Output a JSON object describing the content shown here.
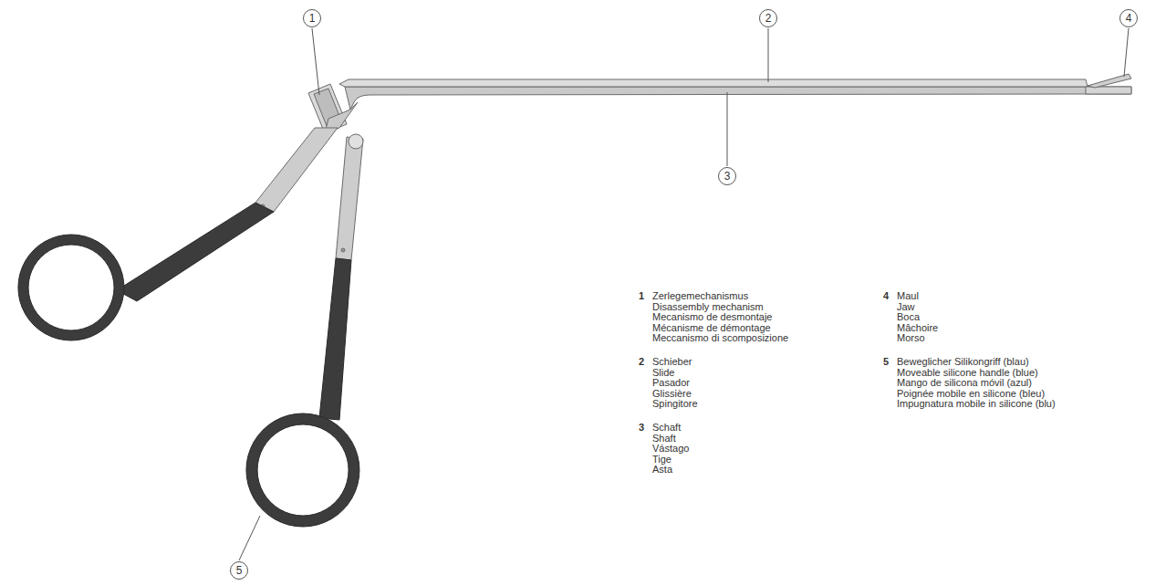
{
  "diagram": {
    "nodes": [
      {
        "text": [
          "1"
        ]
      },
      {
        "text": [
          "2"
        ]
      },
      {
        "text": [
          "3"
        ]
      },
      {
        "text": [
          "4"
        ]
      },
      {
        "text": [
          "5"
        ]
      }
    ],
    "labels": [
      "1",
      "Zerlegemechanismus",
      "Disassembly mechanism",
      "Mecanismo de desmontaje",
      "Mécanisme de démontage",
      "Meccanismo di scomposizione",
      "2",
      "Schieber",
      "Slide",
      "Pasador",
      "Glissière",
      "Spingitore",
      "3",
      "Schaft",
      "Shaft",
      "Vástago",
      "Tige",
      "Asta",
      "4",
      "Maul",
      "Jaw",
      "Boca",
      "Mâchoire",
      "Morso",
      "5",
      "Beweglicher Silikongriff (blau)",
      "Moveable silicone handle (blue)",
      "Mango de silicona móvil (azul)",
      "Poignée mobile en silicone (bleu)",
      "Impugnatura mobile in silicone (blu)"
    ]
  }
}
